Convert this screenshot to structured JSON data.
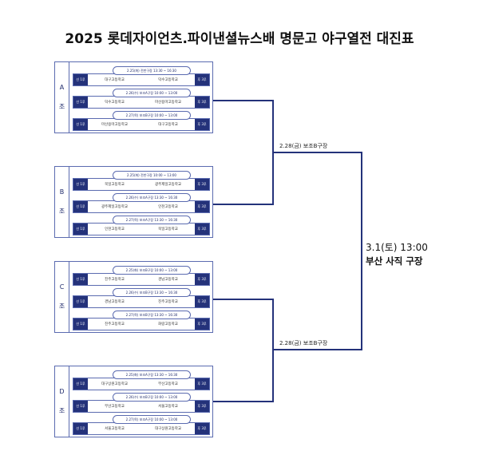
{
  "title": "2025 롯데자이언츠.파이낸셜뉴스배 명문고 야구열전 대진표",
  "side_labels": {
    "first": "선 1루",
    "third": "후 3루"
  },
  "groups": [
    {
      "letter": "A",
      "jo": "조",
      "matches": [
        {
          "info": "2.25(화) 전반구장 13:30 ~ 16:30",
          "home": "대구고등학교",
          "away": "덕수고등학교"
        },
        {
          "info": "2.26(수) 보조A구장 10:00 ~ 13:00",
          "home": "덕수고등학교",
          "away": "마산용마고등학교"
        },
        {
          "info": "2.27(목) 보조B구장 10:00 ~ 13:00",
          "home": "마산용마고등학교",
          "away": "대구고등학교"
        }
      ]
    },
    {
      "letter": "B",
      "jo": "조",
      "matches": [
        {
          "info": "2.25(화) 전반구장 10:00 ~ 13:00",
          "home": "북일고등학교",
          "away": "광주제일고등학교"
        },
        {
          "info": "2.26(수) 보조A구장 13:30 ~ 16:30",
          "home": "광주제일고등학교",
          "away": "인천고등학교"
        },
        {
          "info": "2.27(목) 보조A구장 13:30 ~ 16:30",
          "home": "인천고등학교",
          "away": "북일고등학교"
        }
      ]
    },
    {
      "letter": "C",
      "jo": "조",
      "matches": [
        {
          "info": "2.25(화) 보조B구장 10:00 ~ 13:00",
          "home": "진주고등학교",
          "away": "경남고등학교"
        },
        {
          "info": "2.26(수) 보조B구장 13:30 ~ 16:30",
          "home": "경남고등학교",
          "away": "진주고등학교"
        },
        {
          "info": "2.27(목) 보조B구장 13:30 ~ 16:30",
          "home": "진주고등학교",
          "away": "화랑고등학교"
        }
      ]
    },
    {
      "letter": "D",
      "jo": "조",
      "matches": [
        {
          "info": "2.25(화) 보조A구장 13:30 ~ 16:30",
          "home": "대구상원고등학교",
          "away": "부산고등학교"
        },
        {
          "info": "2.26(수) 보조B구장 10:00 ~ 13:00",
          "home": "부산고등학교",
          "away": "서울고등학교"
        },
        {
          "info": "2.27(목) 보조A구장 10:00 ~ 13:00",
          "home": "서울고등학교",
          "away": "대구상원고등학교"
        }
      ]
    }
  ],
  "semifinals": [
    {
      "label": "2.28(금) 보조B구장"
    },
    {
      "label": "2.28(금) 보조B구장"
    }
  ],
  "final": {
    "time": "3.1(토) 13:00",
    "venue": "부산 사직 구장"
  },
  "colors": {
    "line": "#24327a",
    "border": "#5b6bb0",
    "badge": "#24327a"
  }
}
